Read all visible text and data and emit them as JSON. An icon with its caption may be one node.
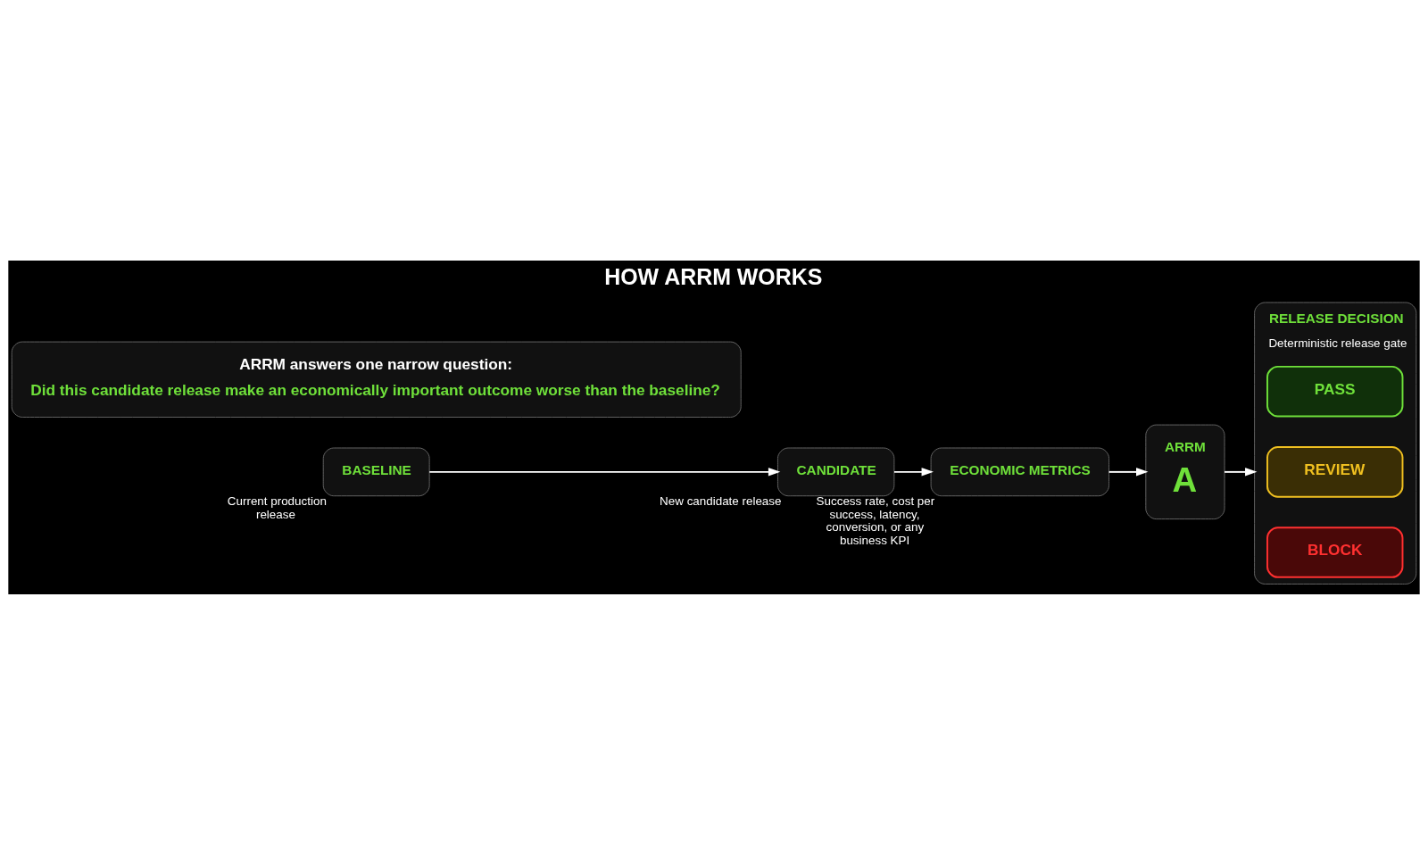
{
  "diagram": {
    "title": "HOW ARRM WORKS",
    "nodes": [
      {
        "text": [
          "BASELINE"
        ],
        "beside": [
          "Current production release"
        ]
      },
      {
        "text": [
          "CANDIDATE"
        ],
        "beside": [
          "New candidate release"
        ]
      },
      {
        "text": [
          "ECONOMIC METRICS"
        ],
        "beside": [
          "Success rate, cost per success, latency, conversion, or any business KPI"
        ]
      },
      {
        "text": [
          "ARRM",
          "A"
        ]
      },
      {
        "text": [
          "RELEASE DECISION"
        ],
        "beside": [
          "Deterministic release gate"
        ]
      },
      {
        "text": [
          "PASS"
        ],
        "in": 4
      },
      {
        "text": [
          "REVIEW"
        ],
        "in": 4
      },
      {
        "text": [
          "BLOCK"
        ],
        "in": 4
      },
      {
        "text": [
          "ARRM answers one narrow question:",
          "Did this candidate release make an economically important outcome worse than the baseline?"
        ]
      }
    ],
    "edges": [
      {
        "from": 0,
        "to": 1,
        "arrow": "to"
      },
      {
        "from": 1,
        "to": 2,
        "arrow": "to"
      },
      {
        "from": 2,
        "to": 3,
        "arrow": "to"
      },
      {
        "from": 3,
        "to": 4,
        "arrow": "to"
      }
    ]
  }
}
